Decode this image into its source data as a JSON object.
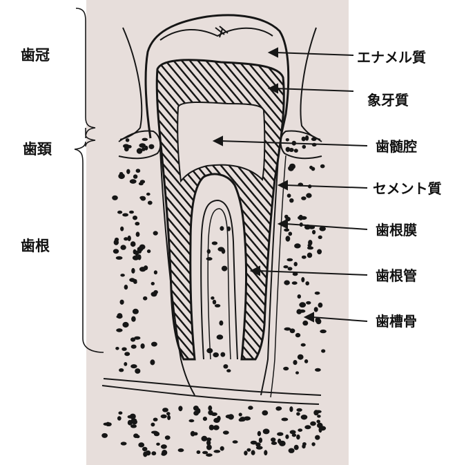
{
  "colors": {
    "paper": "#e7dedb",
    "ink": "#161616",
    "background": "#ffffff"
  },
  "regions": {
    "crown": "歯冠",
    "neck": "歯頚",
    "root": "歯根"
  },
  "parts": {
    "enamel": "エナメル質",
    "dentin": "象牙質",
    "pulp_cavity": "歯髄腔",
    "cementum": "セメント質",
    "periodontal_ligament": "歯根膜",
    "root_canal": "歯根管",
    "alveolar_bone": "歯槽骨"
  }
}
